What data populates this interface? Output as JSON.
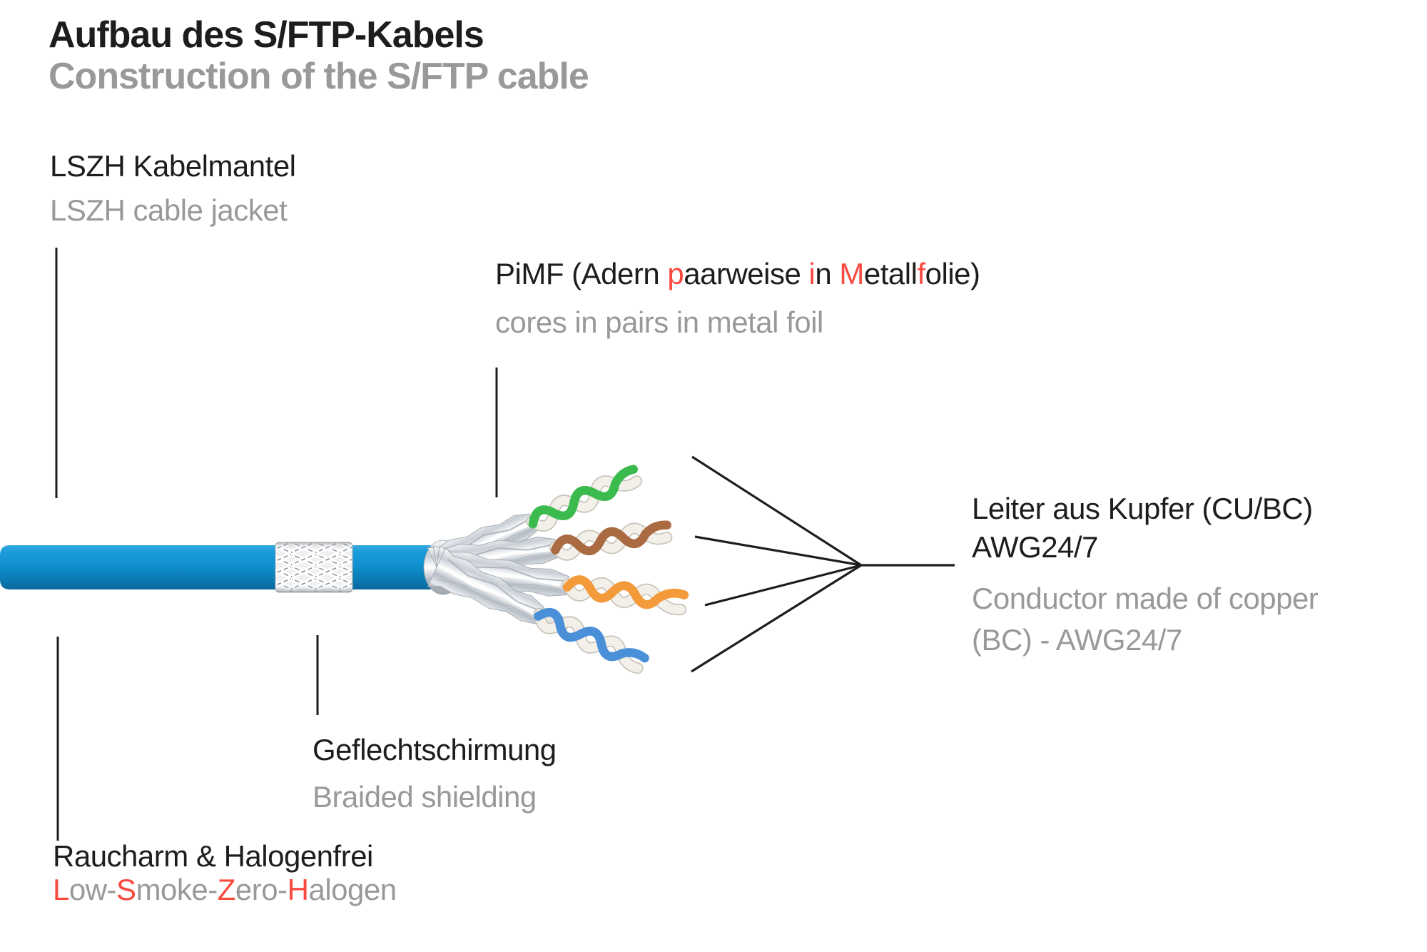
{
  "header": {
    "title": "Aufbau des S/FTP-Kabels",
    "subtitle": "Construction of the S/FTP cable"
  },
  "labels": {
    "cable_jacket": {
      "de": "LSZH Kabelmantel",
      "en": "LSZH cable jacket"
    },
    "pimf": {
      "de_segments": [
        {
          "t": "PiMF (Adern ",
          "c": "black"
        },
        {
          "t": "p",
          "c": "red"
        },
        {
          "t": "aarweise ",
          "c": "black"
        },
        {
          "t": "i",
          "c": "red"
        },
        {
          "t": "n ",
          "c": "black"
        },
        {
          "t": "M",
          "c": "red"
        },
        {
          "t": "etall",
          "c": "black"
        },
        {
          "t": "f",
          "c": "red"
        },
        {
          "t": "olie)",
          "c": "black"
        }
      ],
      "en": "cores in pairs in metal foil"
    },
    "conductor": {
      "de_line1": "Leiter aus Kupfer (CU/BC)",
      "de_line2": "AWG24/7",
      "en_line1": "Conductor made of copper",
      "en_line2": "(BC) - AWG24/7"
    },
    "braided_shielding": {
      "de": "Geflechtschirmung",
      "en": "Braided shielding"
    },
    "halogen_free": {
      "de": "Raucharm & Halogenfrei",
      "en_segments": [
        {
          "t": "L",
          "c": "red"
        },
        {
          "t": "ow-",
          "c": "gray"
        },
        {
          "t": "S",
          "c": "red"
        },
        {
          "t": "moke-",
          "c": "gray"
        },
        {
          "t": "Z",
          "c": "red"
        },
        {
          "t": "ero-",
          "c": "gray"
        },
        {
          "t": "H",
          "c": "red"
        },
        {
          "t": "alogen",
          "c": "gray"
        }
      ]
    }
  },
  "colors": {
    "text_black": "#1d1d1b",
    "text_gray": "#999998",
    "accent_red": "#f9493f",
    "cable_blue": "#1090cf",
    "pair_green": "#3bbb4e",
    "pair_brown": "#aa6a42",
    "pair_orange": "#f39a3b",
    "pair_blue": "#4a90d8",
    "foil_silver": "#d9dde2"
  }
}
